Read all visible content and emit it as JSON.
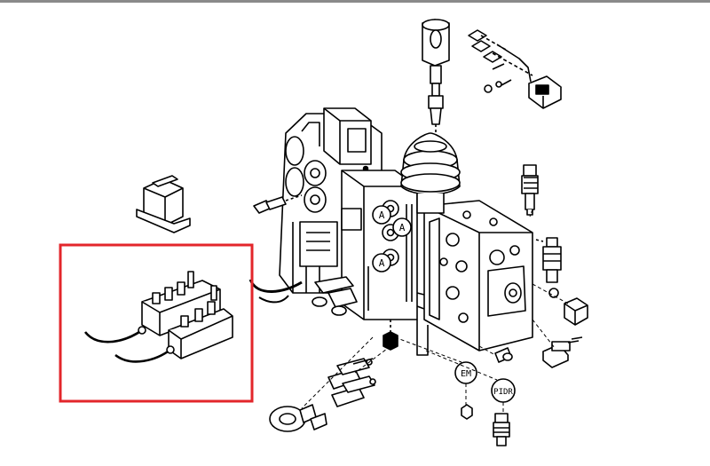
{
  "diagram": {
    "labels": {
      "a_top": "A",
      "a_right": "A",
      "a_bottom": "A",
      "em": "EM",
      "pidr": "PIDR"
    },
    "highlight": {
      "color": "#e3262b"
    }
  }
}
